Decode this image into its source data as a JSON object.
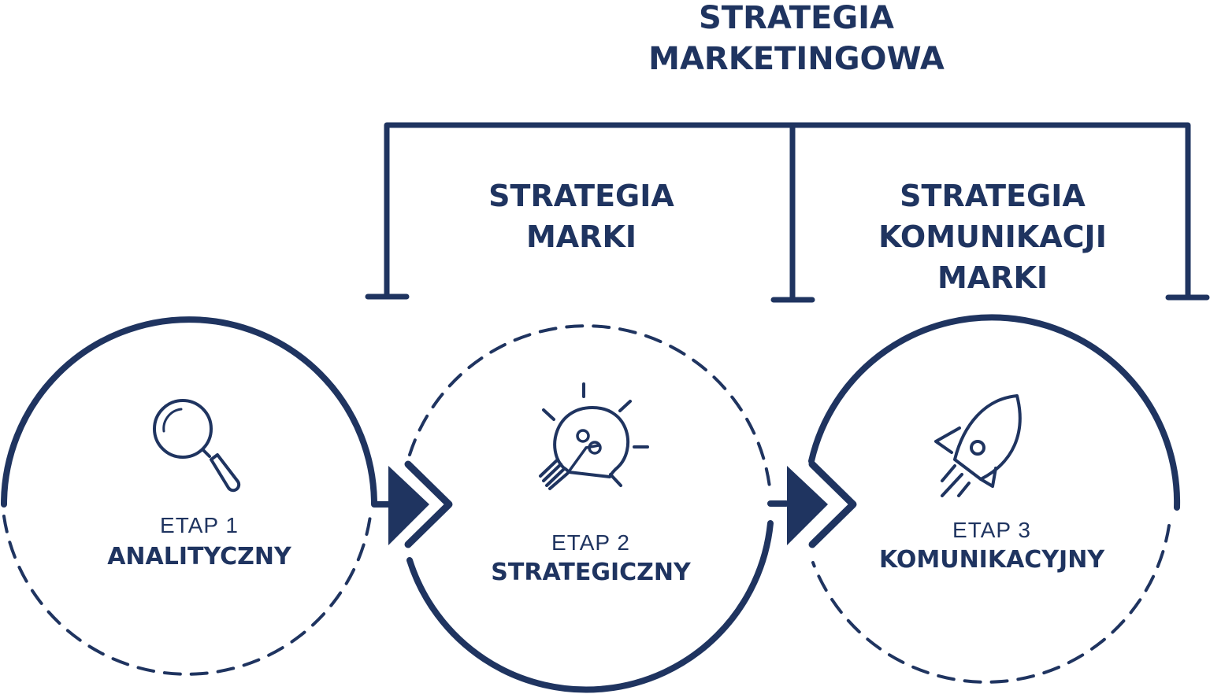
{
  "title": {
    "line1": "STRATEGIA",
    "line2": "MARKETINGOWA"
  },
  "branches": [
    {
      "lines": [
        "STRATEGIA",
        "MARKI"
      ]
    },
    {
      "lines": [
        "STRATEGIA",
        "KOMUNIKACJI",
        "MARKI"
      ]
    }
  ],
  "stages": [
    {
      "etap": "ETAP 1",
      "name": "ANALITYCZNY",
      "icon": "magnifier-icon"
    },
    {
      "etap": "ETAP 2",
      "name": "STRATEGICZNY",
      "icon": "lightbulb-icon"
    },
    {
      "etap": "ETAP 3",
      "name": "KOMUNIKACYJNY",
      "icon": "rocket-icon"
    }
  ],
  "colors": {
    "primary": "#1f3460",
    "background": "#ffffff"
  }
}
